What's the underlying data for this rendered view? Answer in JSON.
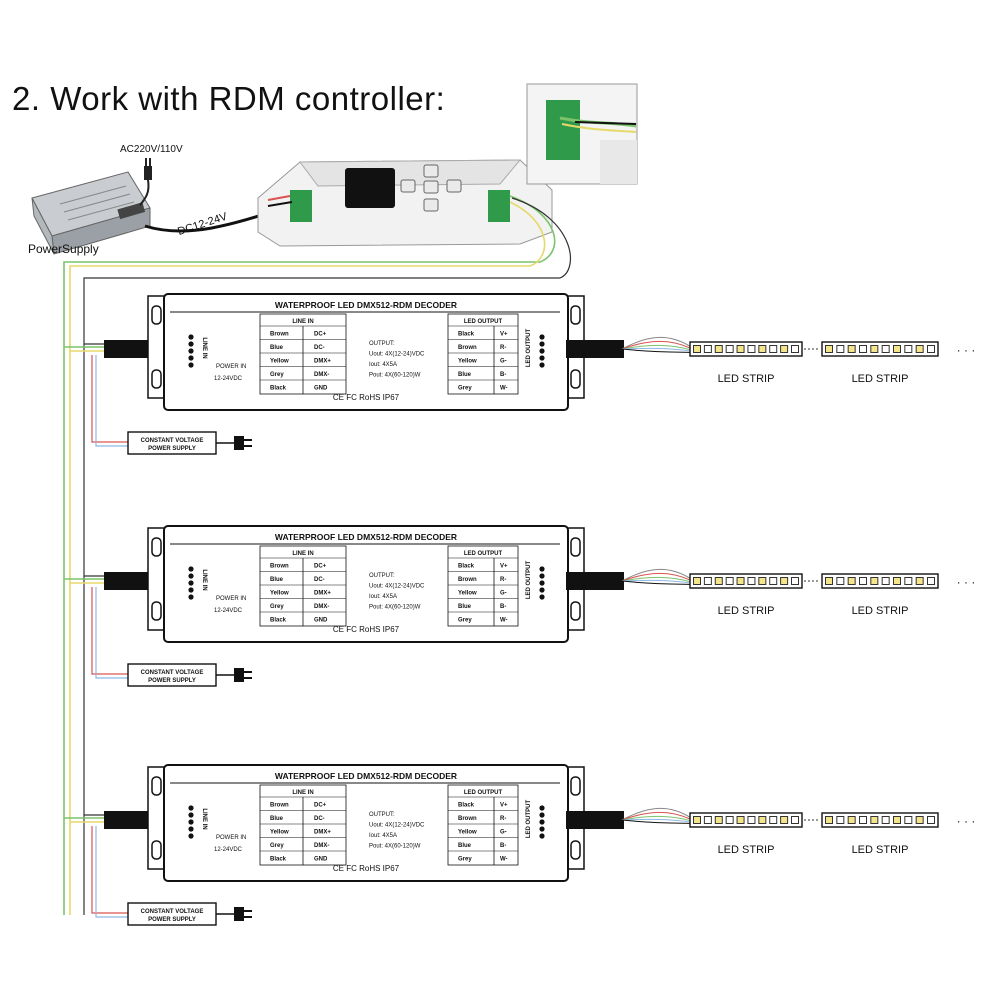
{
  "title": "2. Work with RDM controller:",
  "power_supply": {
    "label": "PowerSupply",
    "ac_label": "AC220V/110V",
    "dc_label": "DC12-24V"
  },
  "decoder": {
    "title": "WATERPROOF LED DMX512-RDM DECODER",
    "line_in_header": "LINE IN",
    "line_in": [
      {
        "color": "Brown",
        "signal": "DC+"
      },
      {
        "color": "Blue",
        "signal": "DC-"
      },
      {
        "color": "Yellow",
        "signal": "DMX+"
      },
      {
        "color": "Grey",
        "signal": "DMX-"
      },
      {
        "color": "Black",
        "signal": "GND"
      }
    ],
    "output_text": [
      "OUTPUT:",
      "Uout: 4X(12-24)VDC",
      "Iout: 4X5A",
      "Pout: 4X(60-120)W"
    ],
    "led_output_header": "LED OUTPUT",
    "led_output": [
      {
        "color": "Black",
        "signal": "V+"
      },
      {
        "color": "Brown",
        "signal": "R-"
      },
      {
        "color": "Yellow",
        "signal": "G-"
      },
      {
        "color": "Blue",
        "signal": "B-"
      },
      {
        "color": "Grey",
        "signal": "W-"
      }
    ],
    "power_in": [
      "POWER IN",
      "12-24VDC"
    ],
    "side_line_in": "LINE IN",
    "side_led_output": "LED OUTPUT",
    "certifications": "CE  FC  RoHS  IP67"
  },
  "cv_power_supply": [
    "CONSTANT VOLTAGE",
    "POWER SUPPLY"
  ],
  "led_strip_label": "LED STRIP",
  "ellipsis": "· · ·",
  "colors": {
    "wire_green": "#7cc36c",
    "wire_yellow": "#e5d96a",
    "wire_blue": "#8fb7e6",
    "wire_red": "#d9534f",
    "terminal_green": "#2e9a4a",
    "cable_black": "#111111"
  }
}
